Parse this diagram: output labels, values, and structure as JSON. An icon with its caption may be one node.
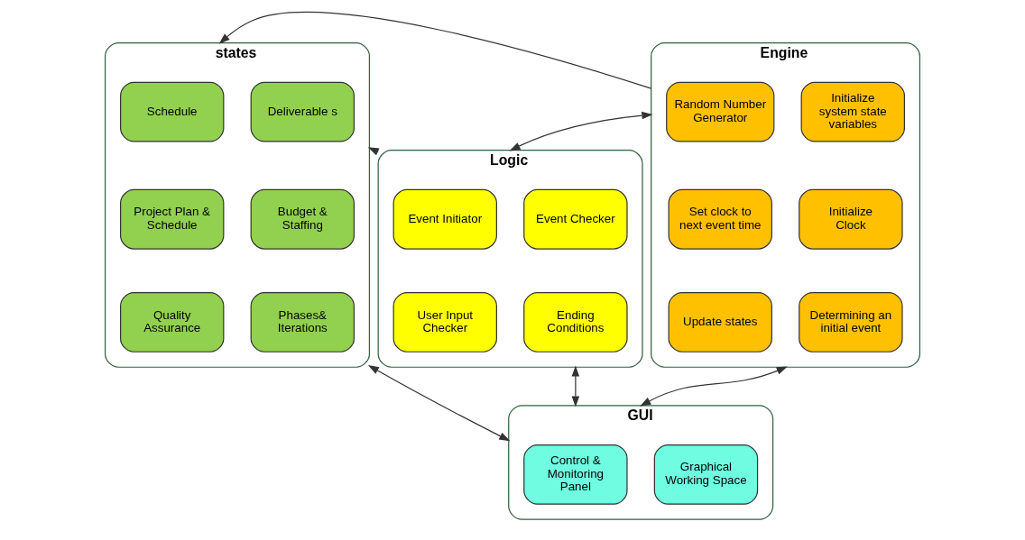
{
  "diagram": {
    "nodes": [
      {
        "text": [
          "states"
        ]
      },
      {
        "text": [
          "Schedule"
        ],
        "in": 0
      },
      {
        "text": [
          "Deliverable s"
        ],
        "in": 0
      },
      {
        "text": [
          "Project Plan & Schedule"
        ],
        "in": 0
      },
      {
        "text": [
          "Budget & Staffing"
        ],
        "in": 0
      },
      {
        "text": [
          "Quality Assurance"
        ],
        "in": 0
      },
      {
        "text": [
          "Phases& Iterations"
        ],
        "in": 0
      },
      {
        "text": [
          "Logic"
        ]
      },
      {
        "text": [
          "Event Initiator"
        ],
        "in": 7
      },
      {
        "text": [
          "Event Checker"
        ],
        "in": 7
      },
      {
        "text": [
          "User Input Checker"
        ],
        "in": 7
      },
      {
        "text": [
          "Ending Conditions"
        ],
        "in": 7
      },
      {
        "text": [
          "Engine"
        ]
      },
      {
        "text": [
          "Random Number Generator"
        ],
        "in": 12
      },
      {
        "text": [
          "Initialize system state variables"
        ],
        "in": 12
      },
      {
        "text": [
          "Set clock to next event time"
        ],
        "in": 12
      },
      {
        "text": [
          "Initialize Clock"
        ],
        "in": 12
      },
      {
        "text": [
          "Update states"
        ],
        "in": 12
      },
      {
        "text": [
          "Determining an initial event"
        ],
        "in": 12
      },
      {
        "text": [
          "GUI"
        ]
      },
      {
        "text": [
          "Control & Monitoring Panel"
        ],
        "in": 19
      },
      {
        "text": [
          "Graphical Working Space"
        ],
        "in": 19
      }
    ],
    "edges": [
      {
        "from": 12,
        "to": 0,
        "arrow": "to"
      },
      {
        "from": 7,
        "to": 0,
        "arrow": "to"
      },
      {
        "from": 7,
        "to": 12,
        "arrow": "both"
      },
      {
        "from": 0,
        "to": 19,
        "arrow": "both"
      },
      {
        "from": 7,
        "to": 19,
        "arrow": "both"
      },
      {
        "from": 12,
        "to": 19,
        "arrow": "both"
      }
    ]
  }
}
